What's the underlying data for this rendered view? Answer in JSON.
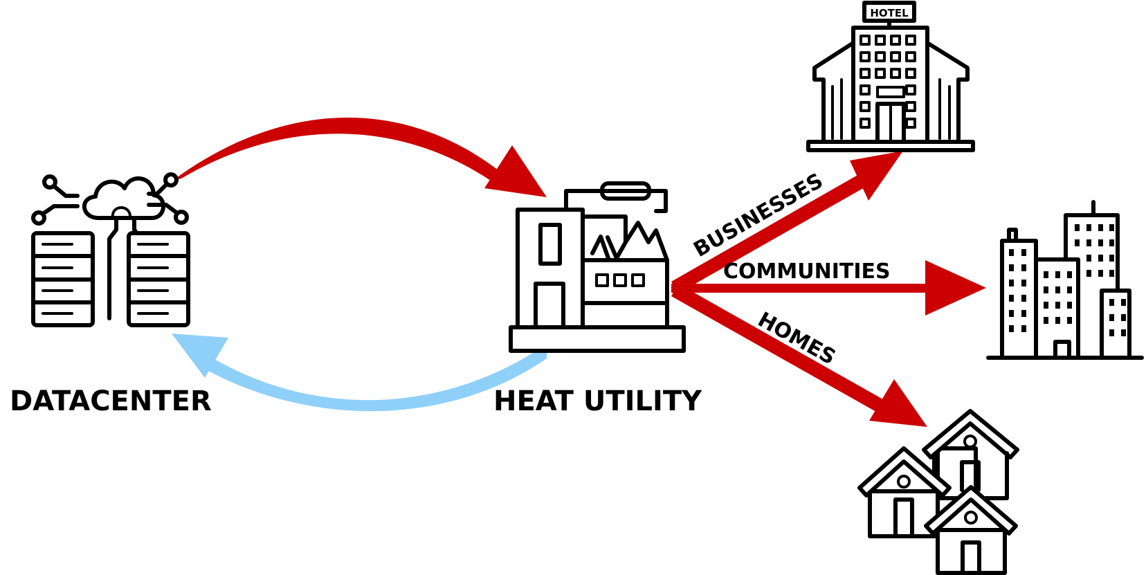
{
  "nodes": {
    "datacenter": {
      "label": "DATACENTER",
      "icon": "datacenter-icon"
    },
    "heat_utility": {
      "label": "HEAT UTILITY",
      "icon": "factory-icon"
    },
    "businesses": {
      "label": "BUSINESSES",
      "icon": "hotel-icon",
      "sign": "HOTEL"
    },
    "communities": {
      "label": "COMMUNITIES",
      "icon": "apartment-buildings-icon"
    },
    "homes": {
      "label": "HOMES",
      "icon": "houses-icon"
    }
  },
  "colors": {
    "hot_flow": "#cc0000",
    "cold_flow": "#8fd0f8",
    "icon_stroke": "#000000"
  }
}
